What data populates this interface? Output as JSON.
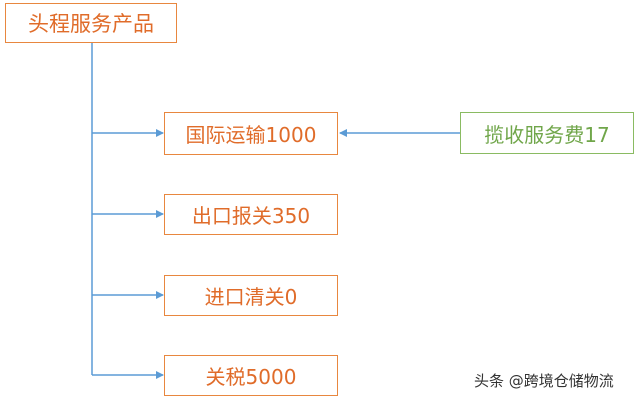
{
  "root": {
    "label": "头程服务产品"
  },
  "items": [
    {
      "label": "国际运输1000"
    },
    {
      "label": "出口报关350"
    },
    {
      "label": "进口清关0"
    },
    {
      "label": "关税5000"
    }
  ],
  "fee": {
    "label": "揽收服务费17"
  },
  "watermark": {
    "text": "头条 @跨境仓储物流"
  },
  "colors": {
    "node_text": "#e06c2a",
    "node_border": "#e8873f",
    "fee_text": "#70a64a",
    "fee_border": "#8abb62",
    "connector": "#5b9bd5"
  }
}
